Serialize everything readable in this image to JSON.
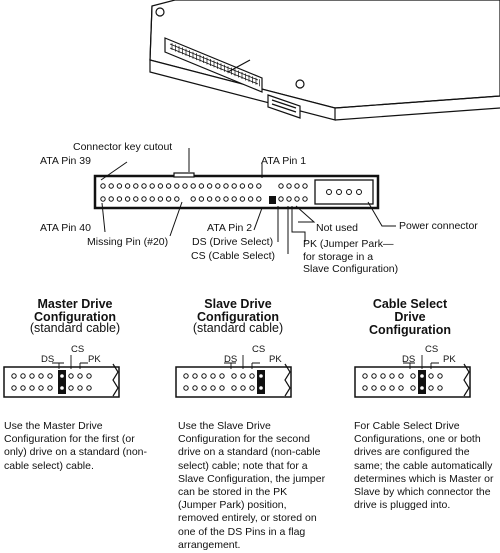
{
  "connector_labels": {
    "key_cutout": "Connector key cutout",
    "ata_pin_39": "ATA Pin 39",
    "ata_pin_1": "ATA Pin 1",
    "ata_pin_40": "ATA Pin 40",
    "ata_pin_2": "ATA Pin 2",
    "missing_pin": "Missing Pin (#20)",
    "not_used": "Not used",
    "power_connector": "Power connector",
    "ds": "DS (Drive Select)",
    "cs": "CS (Cable Select)",
    "pk_line1": "PK (Jumper Park—",
    "pk_line2": "for storage in a",
    "pk_line3": "Slave Configuration)"
  },
  "configs": [
    {
      "title_line1": "Master Drive",
      "title_line2": "Configuration",
      "subtitle": "(standard cable)",
      "ds": "DS",
      "cs": "CS",
      "pk": "PK",
      "description": "Use the Master Drive Configuration for the first (or only) drive on a standard (non-cable select) cable."
    },
    {
      "title_line1": "Slave Drive",
      "title_line2": "Configuration",
      "subtitle": "(standard cable)",
      "ds": "DS",
      "cs": "CS",
      "pk": "PK",
      "description": "Use the Slave Drive Configuration for the second drive on a standard (non-cable select) cable; note that for a Slave Configuration, the jumper can be stored in the PK (Jumper Park) position, removed entirely, or stored on one of the DS Pins in a flag arrangement."
    },
    {
      "title_line1": "Cable Select",
      "title_line2": "Drive",
      "title_line3": "Configuration",
      "ds": "DS",
      "cs": "CS",
      "pk": "PK",
      "description": "For Cable Select Drive Configurations, one or both drives are configured the same; the cable automatically determines which is Master or Slave by which connector the drive is plugged into."
    }
  ]
}
